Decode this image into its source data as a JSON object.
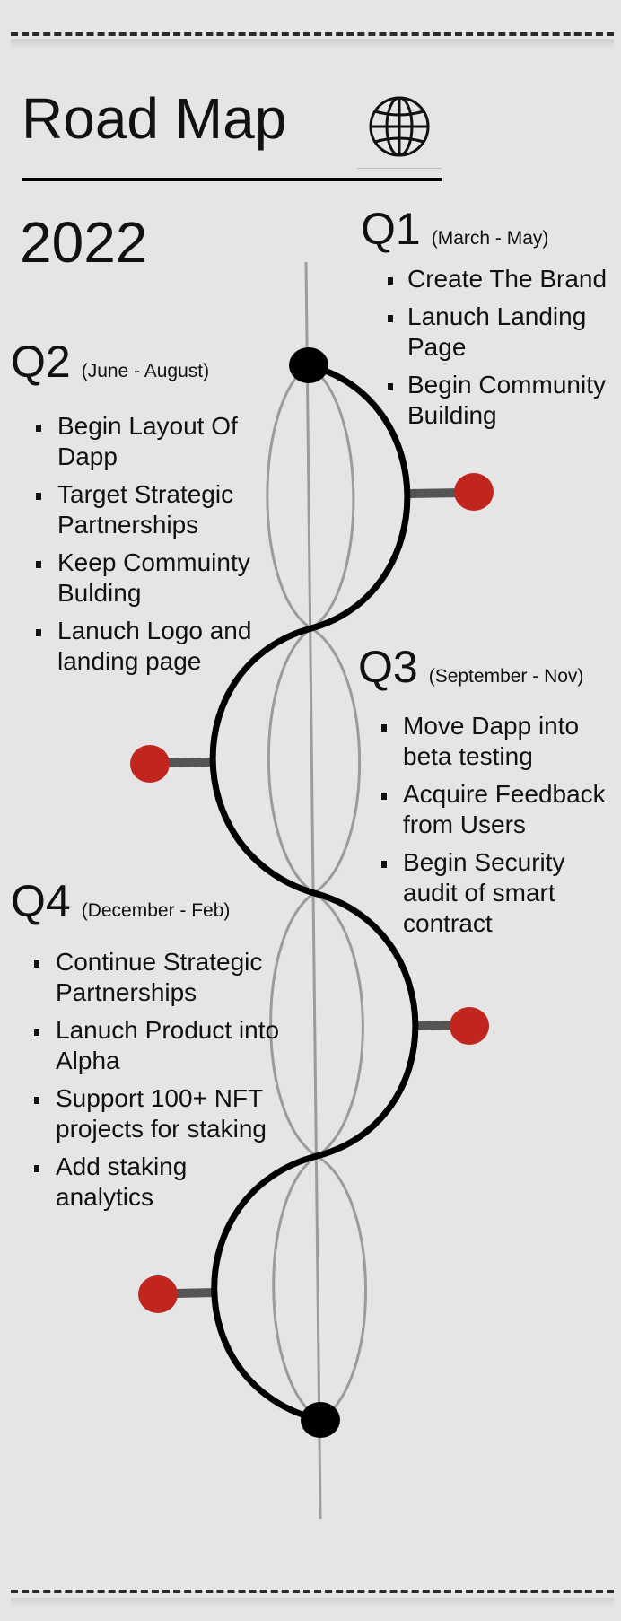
{
  "header": {
    "title": "Road Map",
    "year": "2022",
    "icon": "globe-icon"
  },
  "colors": {
    "background": "#e5e5e5",
    "curve": "#000000",
    "thin_curve": "#999999",
    "marker": "#c0261e",
    "stem": "#555555"
  },
  "quarters": [
    {
      "label": "Q1",
      "range": "(March - May)",
      "items": [
        "Create The Brand",
        "Lanuch Landing Page",
        "Begin Community Building"
      ]
    },
    {
      "label": "Q2",
      "range": "(June - August)",
      "items": [
        "Begin Layout Of Dapp",
        "Target Strategic Partnerships",
        "Keep Commuinty Bulding",
        "Lanuch Logo and landing page"
      ]
    },
    {
      "label": "Q3",
      "range": "(September - Nov)",
      "items": [
        "Move Dapp into beta testing",
        "Acquire Feedback from Users",
        "Begin Security audit of smart contract"
      ]
    },
    {
      "label": "Q4",
      "range": "(December - Feb)",
      "items": [
        "Continue Strategic Partnerships",
        "Lanuch Product into Alpha",
        "Support 100+ NFT projects for staking",
        "Add staking analytics"
      ]
    }
  ]
}
